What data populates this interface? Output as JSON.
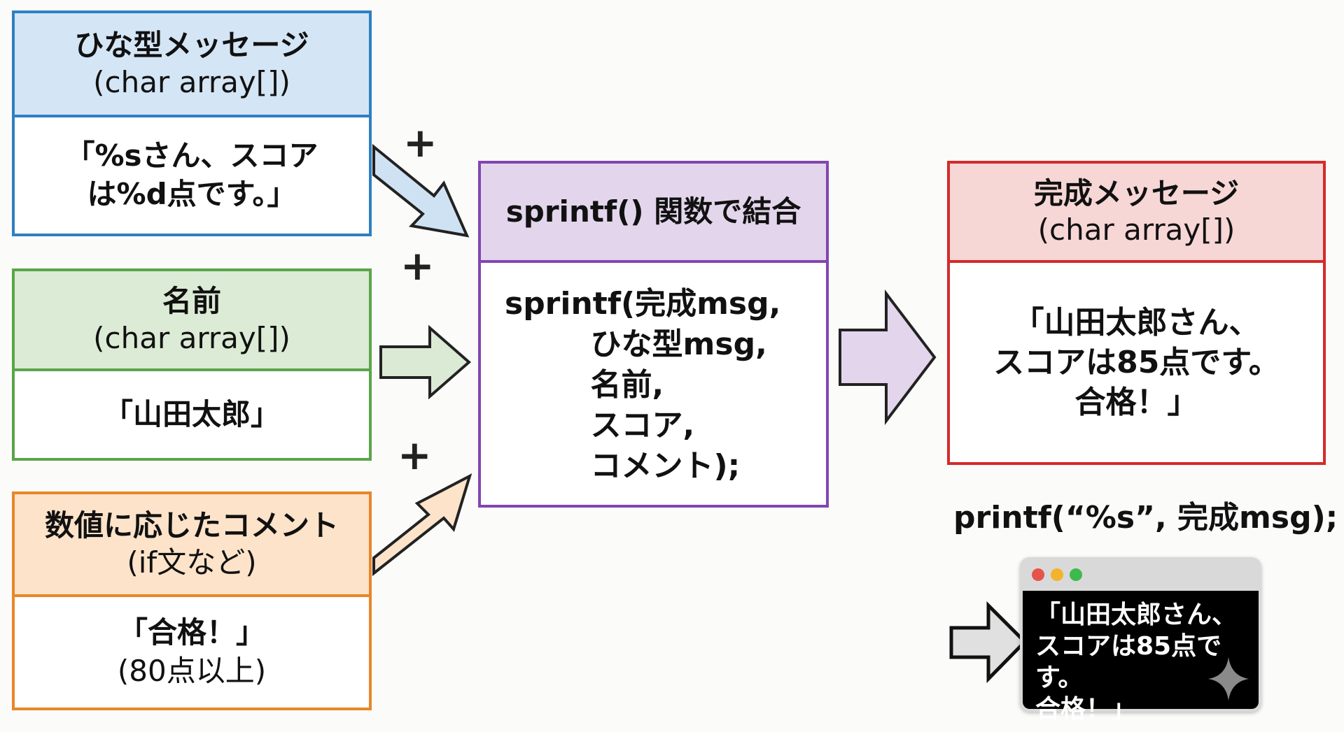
{
  "template_box": {
    "title": "ひな型メッセージ",
    "subtitle": "(char array[])",
    "value_line1": "「%sさん、スコア",
    "value_line2": "は%d点です。」",
    "color": "#2f7fc1",
    "header_bg": "#d4e5f5"
  },
  "name_box": {
    "title": "名前",
    "subtitle": "(char array[])",
    "value": "「山田太郎」",
    "color": "#5aa54a",
    "header_bg": "#dcebd5"
  },
  "comment_box": {
    "title": "数値に応じたコメント",
    "subtitle": "(if文など)",
    "value_line1": "「合格！」",
    "value_line2": "(80点以上)",
    "color": "#e8862a",
    "header_bg": "#fde3c9"
  },
  "plus_sign": "+",
  "sprintf_box": {
    "title": "sprintf() 関数で結合",
    "code": [
      "sprintf(完成msg,",
      "        ひな型msg,",
      "        名前,",
      "        スコア,",
      "        コメント);"
    ],
    "color": "#8246b0",
    "header_bg": "#e3d6ec"
  },
  "result_box": {
    "title": "完成メッセージ",
    "subtitle": "(char array[])",
    "lines": [
      "「山田太郎さん、",
      "スコアは85点です。",
      "合格！」"
    ],
    "color": "#d42a2a",
    "header_bg": "#f7d6d6"
  },
  "printf_call": "printf(“%s”, 完成msg);",
  "terminal": {
    "lines": [
      "「山田太郎さん、",
      "スコアは85点です。",
      "合格！」"
    ],
    "dots": [
      "#e5534b",
      "#f4b32c",
      "#3dba4e"
    ]
  }
}
